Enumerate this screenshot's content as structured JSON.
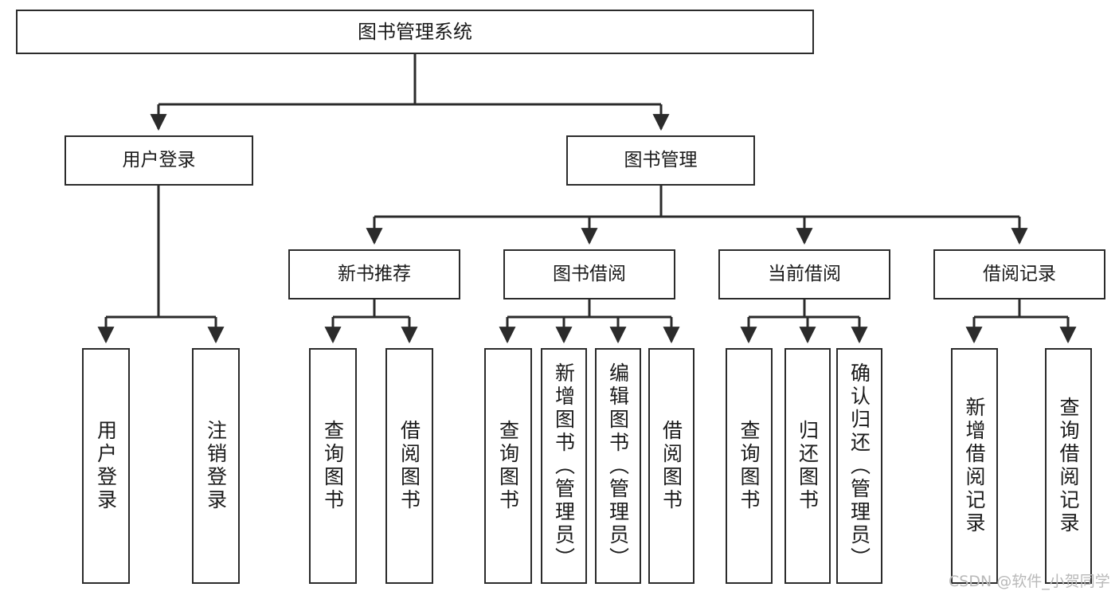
{
  "diagram": {
    "title": "图书管理系统",
    "type": "tree",
    "watermark": "CSDN @软件_小贺同学",
    "colors": {
      "stroke": "#2b2b2b",
      "fill": "#ffffff",
      "text": "#1a1a1a",
      "watermark": "#b9b9b9"
    },
    "nodes": {
      "root": {
        "label": "图书管理系统"
      },
      "level2": [
        {
          "label": "用户登录"
        },
        {
          "label": "图书管理"
        }
      ],
      "level3": [
        {
          "label": "新书推荐"
        },
        {
          "label": "图书借阅"
        },
        {
          "label": "当前借阅"
        },
        {
          "label": "借阅记录"
        }
      ],
      "leaves": [
        {
          "label": "用户登录"
        },
        {
          "label": "注销登录"
        },
        {
          "label": "查询图书"
        },
        {
          "label": "借阅图书"
        },
        {
          "label": "查询图书"
        },
        {
          "label": "新增图书（管理员）"
        },
        {
          "label": "编辑图书（管理员）"
        },
        {
          "label": "借阅图书"
        },
        {
          "label": "查询图书"
        },
        {
          "label": "归还图书"
        },
        {
          "label": "确认归还（管理员）"
        },
        {
          "label": "新增借阅记录"
        },
        {
          "label": "查询借阅记录"
        }
      ]
    }
  }
}
